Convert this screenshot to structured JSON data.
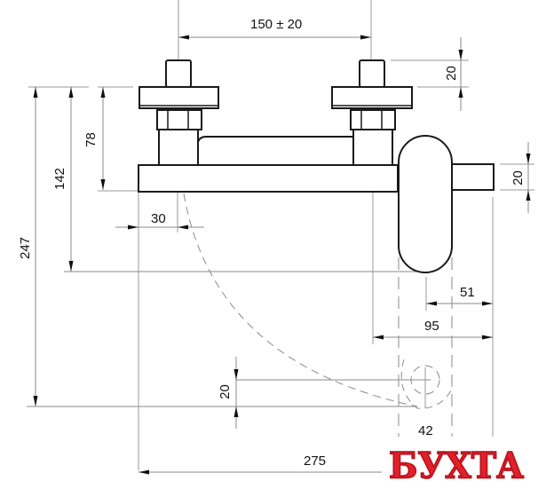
{
  "drawing": {
    "subject": "Wall-mounted mixer faucet dimension drawing",
    "units": "mm",
    "stroke_color": "#1a1a1a",
    "dim_line_color": "#8a8a8a"
  },
  "dimensions": {
    "inlet_spacing": "150 ± 20",
    "handle_stem_height": "20",
    "spout_thickness": "20",
    "body_height": "78",
    "height_142": "142",
    "overall_height": "247",
    "body_offset": "30",
    "handle_right_offset": "51",
    "handle_depth": "95",
    "lever_swing_offset": "20",
    "lever_tip_diameter": "42",
    "overall_length": "275"
  },
  "logo": {
    "text": "БУХТА",
    "color": "#e0202a"
  }
}
